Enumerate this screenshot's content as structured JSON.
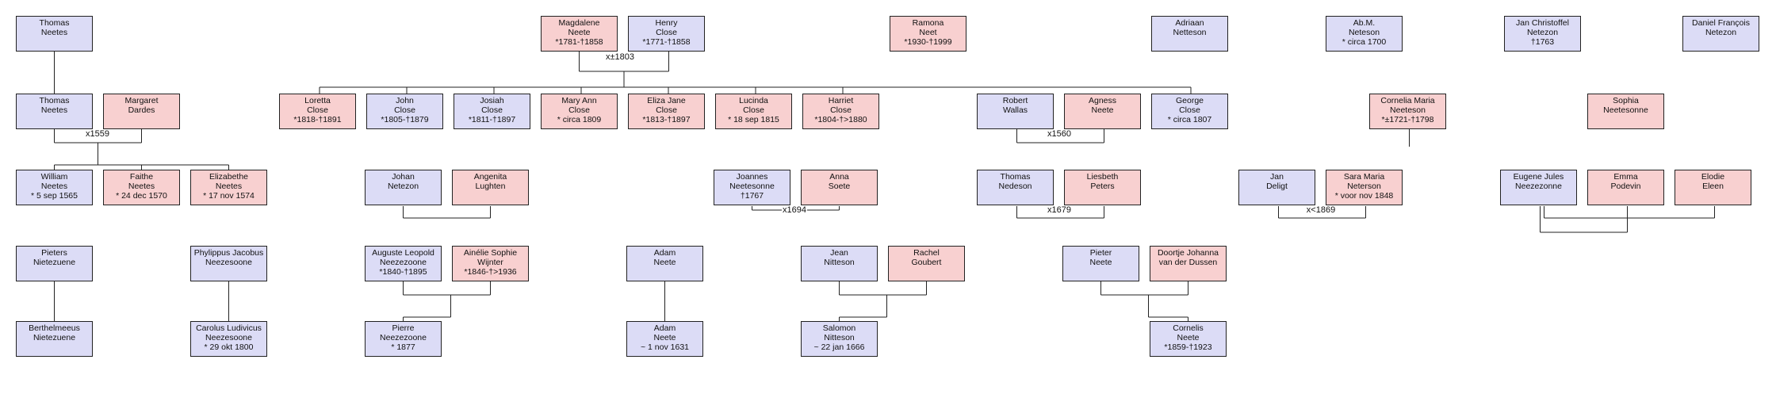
{
  "persons": [
    {
      "id": "thomas1",
      "sex": "m",
      "lines": [
        "Thomas",
        "Neetes"
      ]
    },
    {
      "id": "magdalene",
      "sex": "f",
      "lines": [
        "Magdalene",
        "Neete",
        "*1781-†1858"
      ]
    },
    {
      "id": "henry",
      "sex": "m",
      "lines": [
        "Henry",
        "Close",
        "*1771-†1858"
      ]
    },
    {
      "id": "ramona",
      "sex": "f",
      "lines": [
        "Ramona",
        "Neet",
        "*1930-†1999"
      ]
    },
    {
      "id": "adriaan",
      "sex": "m",
      "lines": [
        "Adriaan",
        "Netteson"
      ]
    },
    {
      "id": "abm",
      "sex": "m",
      "lines": [
        "Ab.M.",
        "Neteson",
        "* circa 1700"
      ]
    },
    {
      "id": "janchristoffel",
      "sex": "m",
      "lines": [
        "Jan Christoffel",
        "Netezon",
        "†1763"
      ]
    },
    {
      "id": "danielfrancois",
      "sex": "m",
      "lines": [
        "Daniel François",
        "Netezon"
      ]
    },
    {
      "id": "thomas2",
      "sex": "m",
      "lines": [
        "Thomas",
        "Neetes"
      ]
    },
    {
      "id": "margaret",
      "sex": "f",
      "lines": [
        "Margaret",
        "Dardes"
      ]
    },
    {
      "id": "loretta",
      "sex": "f",
      "lines": [
        "Loretta",
        "Close",
        "*1818-†1891"
      ]
    },
    {
      "id": "john",
      "sex": "m",
      "lines": [
        "John",
        "Close",
        "*1805-†1879"
      ]
    },
    {
      "id": "josiah",
      "sex": "m",
      "lines": [
        "Josiah",
        "Close",
        "*1811-†1897"
      ]
    },
    {
      "id": "maryann",
      "sex": "f",
      "lines": [
        "Mary Ann",
        "Close",
        "* circa 1809"
      ]
    },
    {
      "id": "elizajane",
      "sex": "f",
      "lines": [
        "Eliza Jane",
        "Close",
        "*1813-†1897"
      ]
    },
    {
      "id": "lucinda",
      "sex": "f",
      "lines": [
        "Lucinda",
        "Close",
        "* 18 sep 1815"
      ]
    },
    {
      "id": "harriet",
      "sex": "f",
      "lines": [
        "Harriet",
        "Close",
        "*1804-†>1880"
      ]
    },
    {
      "id": "robert",
      "sex": "m",
      "lines": [
        "Robert",
        "Wallas"
      ]
    },
    {
      "id": "agness",
      "sex": "f",
      "lines": [
        "Agness",
        "Neete"
      ]
    },
    {
      "id": "george",
      "sex": "m",
      "lines": [
        "George",
        "Close",
        "* circa 1807"
      ]
    },
    {
      "id": "corneliamaria",
      "sex": "f",
      "lines": [
        "Cornelia Maria",
        "Neeteson",
        "*±1721-†1798"
      ]
    },
    {
      "id": "sophia",
      "sex": "f",
      "lines": [
        "Sophia",
        "Neetesonne"
      ]
    },
    {
      "id": "william",
      "sex": "m",
      "lines": [
        "William",
        "Neetes",
        "* 5 sep 1565"
      ]
    },
    {
      "id": "faithe",
      "sex": "f",
      "lines": [
        "Faithe",
        "Neetes",
        "* 24 dec 1570"
      ]
    },
    {
      "id": "elizabethe",
      "sex": "f",
      "lines": [
        "Elizabethe",
        "Neetes",
        "* 17 nov 1574"
      ]
    },
    {
      "id": "johan",
      "sex": "m",
      "lines": [
        "Johan",
        "Netezon"
      ]
    },
    {
      "id": "angenita",
      "sex": "f",
      "lines": [
        "Angenita",
        "Lughten"
      ]
    },
    {
      "id": "joannes",
      "sex": "m",
      "lines": [
        "Joannes",
        "Neetesonne",
        "†1767"
      ]
    },
    {
      "id": "anna",
      "sex": "f",
      "lines": [
        "Anna",
        "Soete"
      ]
    },
    {
      "id": "thomasnedeson",
      "sex": "m",
      "lines": [
        "Thomas",
        "Nedeson"
      ]
    },
    {
      "id": "liesbeth",
      "sex": "f",
      "lines": [
        "Liesbeth",
        "Peters"
      ]
    },
    {
      "id": "jandeligt",
      "sex": "m",
      "lines": [
        "Jan",
        "Deligt"
      ]
    },
    {
      "id": "saramaria",
      "sex": "f",
      "lines": [
        "Sara Maria",
        "Neterson",
        "* voor nov 1848"
      ]
    },
    {
      "id": "eugene",
      "sex": "m",
      "lines": [
        "Eugene Jules",
        "Neezezonne"
      ]
    },
    {
      "id": "emma",
      "sex": "f",
      "lines": [
        "Emma",
        "Podevin"
      ]
    },
    {
      "id": "elodie",
      "sex": "f",
      "lines": [
        "Elodie",
        "Eleen"
      ]
    },
    {
      "id": "pieters",
      "sex": "m",
      "lines": [
        "Pieters",
        "Nietezuene"
      ]
    },
    {
      "id": "phylippus",
      "sex": "m",
      "lines": [
        "Phylippus Jacobus",
        "Neezesoone"
      ]
    },
    {
      "id": "auguste",
      "sex": "m",
      "lines": [
        "Auguste Leopold",
        "Neezezoone",
        "*1840-†1895"
      ]
    },
    {
      "id": "aimelie",
      "sex": "f",
      "lines": [
        "Ainélie Sophie",
        "Wijnter",
        "*1846-†>1936"
      ]
    },
    {
      "id": "adam1",
      "sex": "m",
      "lines": [
        "Adam",
        "Neete"
      ]
    },
    {
      "id": "jean",
      "sex": "m",
      "lines": [
        "Jean",
        "Nitteson"
      ]
    },
    {
      "id": "rachel",
      "sex": "f",
      "lines": [
        "Rachel",
        "Goubert"
      ]
    },
    {
      "id": "pieter",
      "sex": "m",
      "lines": [
        "Pieter",
        "Neete"
      ]
    },
    {
      "id": "doortje",
      "sex": "f",
      "lines": [
        "Doortje Johanna",
        "van der Dussen"
      ]
    },
    {
      "id": "berthelmeeus",
      "sex": "m",
      "lines": [
        "Berthelmeeus",
        "Nietezuene"
      ]
    },
    {
      "id": "carolus",
      "sex": "m",
      "lines": [
        "Carolus Ludivicus",
        "Neezesoone",
        "* 29 okt 1800"
      ]
    },
    {
      "id": "pierre",
      "sex": "m",
      "lines": [
        "Pierre",
        "Neezezoone",
        "* 1877"
      ]
    },
    {
      "id": "adam2",
      "sex": "m",
      "lines": [
        "Adam",
        "Neete",
        "~ 1 nov 1631"
      ]
    },
    {
      "id": "salomon",
      "sex": "m",
      "lines": [
        "Salomon",
        "Nitteson",
        "~ 22 jan 1666"
      ]
    },
    {
      "id": "cornelis",
      "sex": "m",
      "lines": [
        "Cornelis",
        "Neete",
        "*1859-†1923"
      ]
    }
  ],
  "marriage_labels": [
    {
      "id": "x1803",
      "text": "x±1803"
    },
    {
      "id": "x1559",
      "text": "x1559"
    },
    {
      "id": "x1560",
      "text": "x1560"
    },
    {
      "id": "x1694",
      "text": "x1694"
    },
    {
      "id": "x1679",
      "text": "x1679"
    },
    {
      "id": "x1869",
      "text": "x<1869"
    }
  ],
  "colors": {
    "male": "#dcdcf6",
    "female": "#f8d0d0",
    "line": "#222222"
  }
}
